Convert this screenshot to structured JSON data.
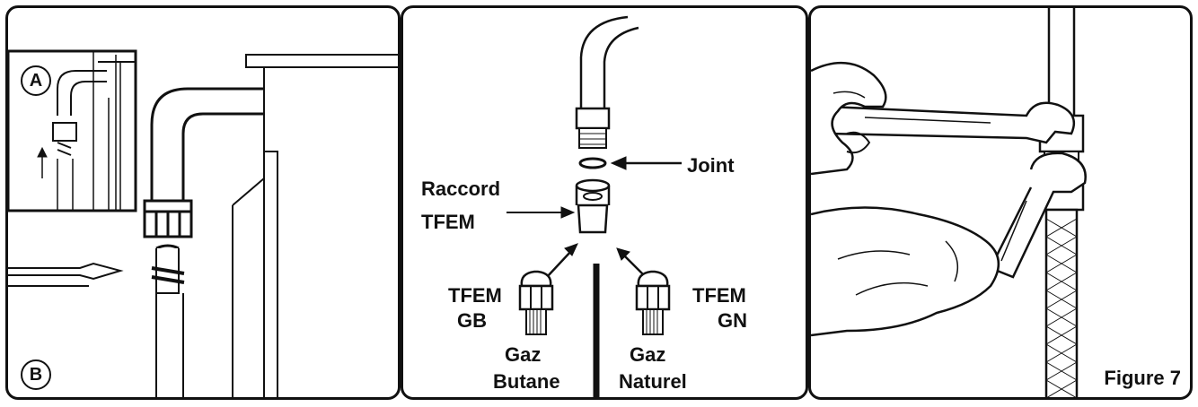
{
  "panel_b": {
    "label_a": "A",
    "label_b": "B"
  },
  "panel_center": {
    "joint": "Joint",
    "raccord_line1": "Raccord",
    "raccord_line2": "TFEM",
    "left_fitting_line1": "TFEM",
    "left_fitting_line2": "GB",
    "right_fitting_line1": "TFEM",
    "right_fitting_line2": "GN",
    "gas_left_line1": "Gaz",
    "gas_left_line2": "Butane",
    "gas_right_line1": "Gaz",
    "gas_right_line2": "Naturel"
  },
  "panel_right": {
    "caption": "Figure 7"
  },
  "colors": {
    "ink": "#111111",
    "background": "#ffffff"
  }
}
